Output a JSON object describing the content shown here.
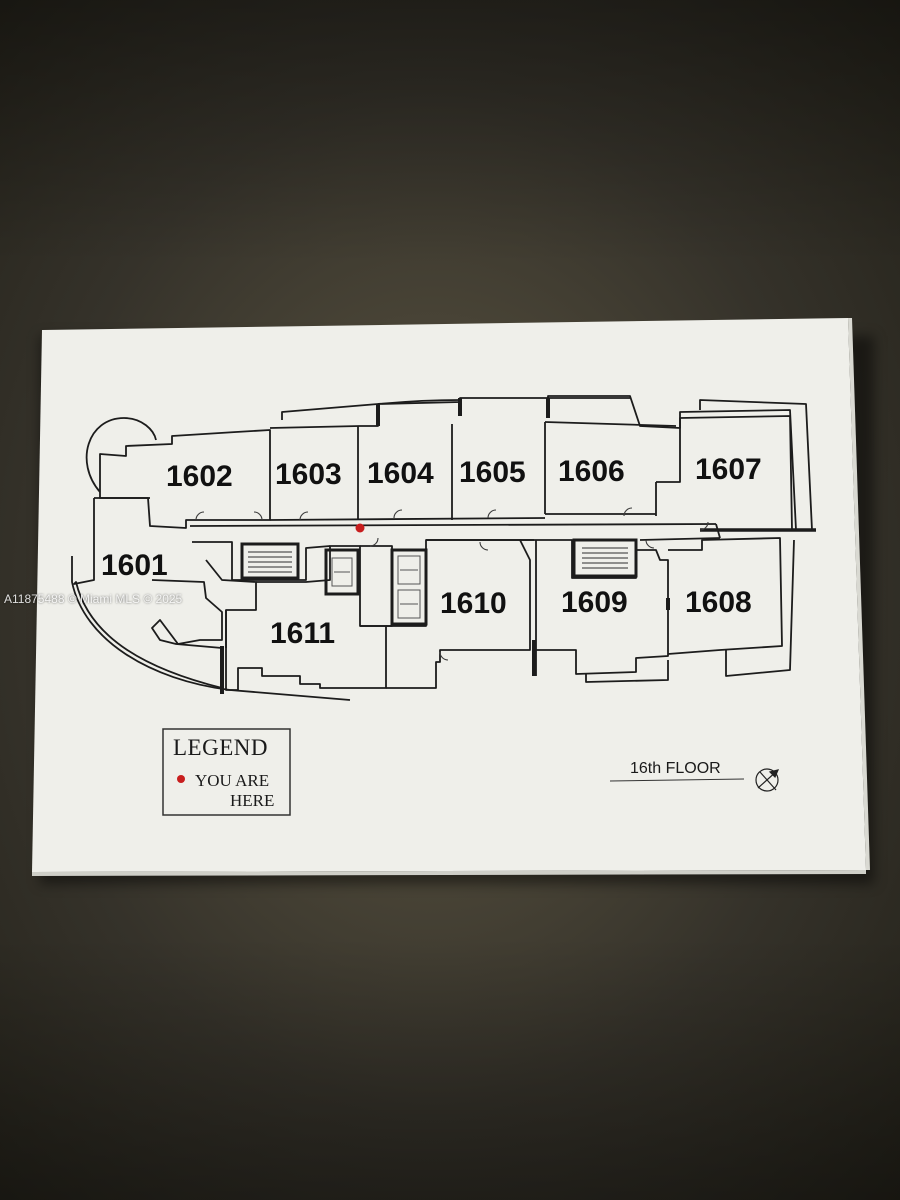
{
  "units": {
    "u1601": "1601",
    "u1602": "1602",
    "u1603": "1603",
    "u1604": "1604",
    "u1605": "1605",
    "u1606": "1606",
    "u1607": "1607",
    "u1608": "1608",
    "u1609": "1609",
    "u1610": "1610",
    "u1611": "1611"
  },
  "legend": {
    "title": "LEGEND",
    "item_line1": "YOU ARE",
    "item_line2": "HERE",
    "marker_color": "#c81e1e"
  },
  "floor_label": "16th FLOOR",
  "watermark": "A11875488 © Miami MLS © 2025",
  "icons": [
    "compass-icon",
    "you-are-here-dot-icon",
    "stairs-icon",
    "elevator-icon"
  ]
}
